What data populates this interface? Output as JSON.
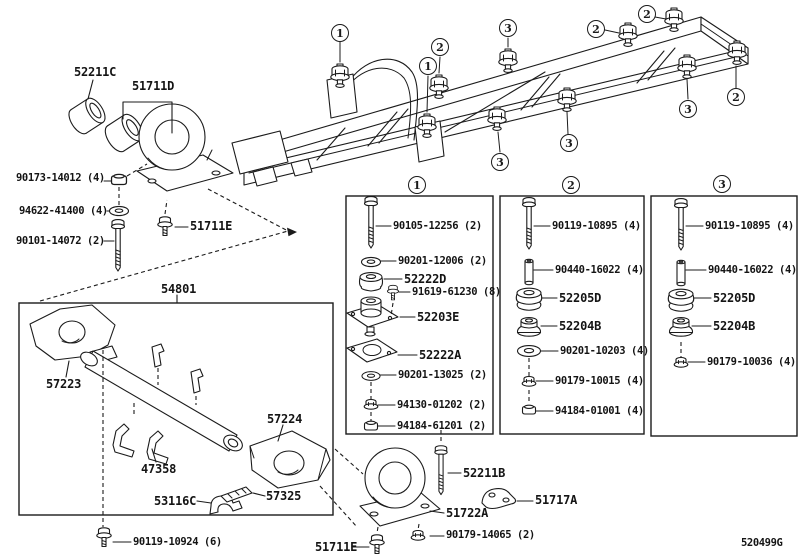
{
  "figure": {
    "code": "520499G"
  },
  "callouts": {
    "one": "1",
    "two": "2",
    "three": "3"
  },
  "upper_assembly": {
    "bushing": "52211C",
    "support": "51711D",
    "nut": "90173-14012 (4)",
    "washer": "94622-41400 (4)",
    "bolt": "90101-14072 (2)",
    "support_bolt": "51711E"
  },
  "crossmember": {
    "assembly": "54801",
    "bracket_left": "57223",
    "bracket_right": "57224",
    "small_bracket": "47358",
    "clamp": "53116C",
    "retainer": "57325",
    "bolt": "90119-10924 (6)"
  },
  "detail_1": {
    "callout": "1",
    "bolt": "90105-12256 (2)",
    "washer_upper": "90201-12006 (2)",
    "cushion_upper": "52222D",
    "setscrew": "91619-61230 (8)",
    "bracket": "52203E",
    "cushion_lower": "52222A",
    "washer_lower": "90201-13025 (2)",
    "nut_upper": "94130-01202 (2)",
    "nut_lower": "94184-61201 (2)"
  },
  "detail_2": {
    "callout": "2",
    "bolt": "90119-10895 (4)",
    "collar": "90440-16022 (4)",
    "cushion_upper": "52205D",
    "cushion_lower": "52204B",
    "washer": "90201-10203 (4)",
    "nut_upper": "90179-10015 (4)",
    "nut_lower": "94184-01001 (4)"
  },
  "detail_3": {
    "callout": "3",
    "bolt": "90119-10895 (4)",
    "collar": "90440-16022 (4)",
    "cushion_upper": "52205D",
    "cushion_lower": "52204B",
    "nut": "90179-10036 (4)"
  },
  "lower_assembly": {
    "bolt": "52211B",
    "bracket": "51717A",
    "support": "51722A",
    "nut": "90179-14065 (2)",
    "support_bolt": "51711E"
  }
}
